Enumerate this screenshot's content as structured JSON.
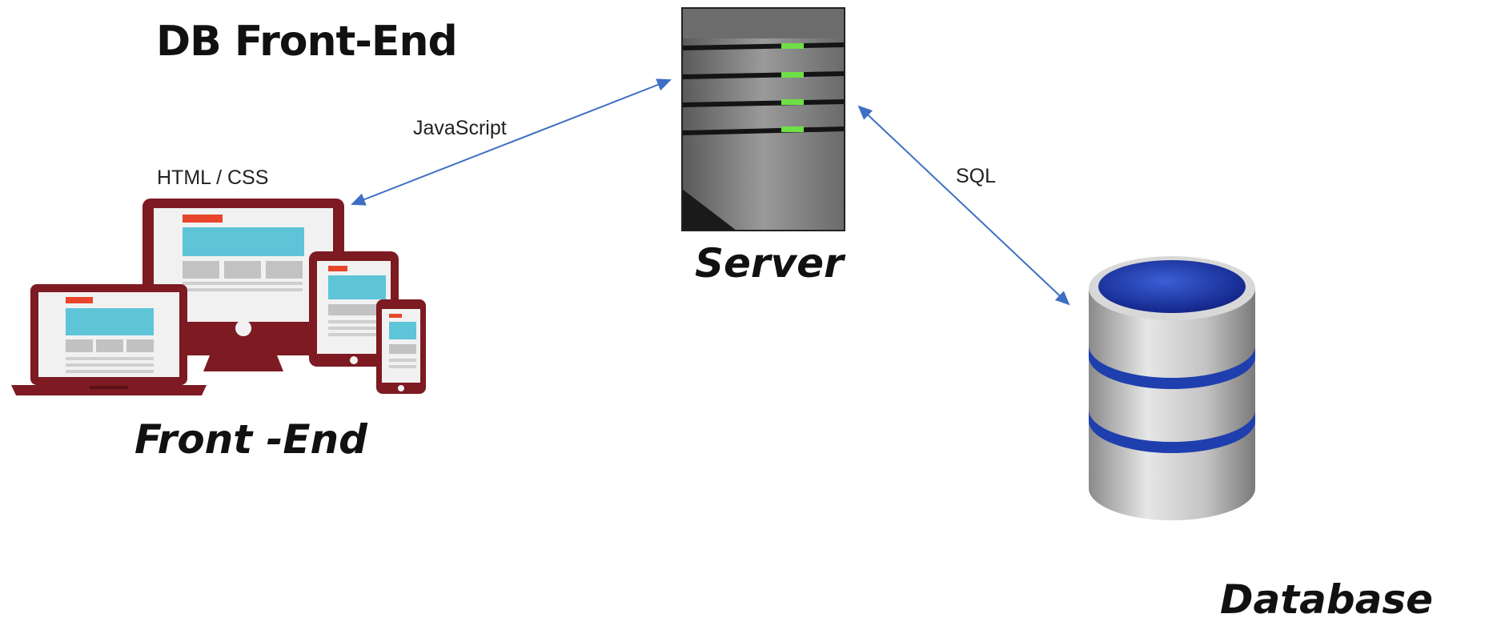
{
  "title": "DB Front-End",
  "nodes": {
    "front_end": "Front -End",
    "server": "Server",
    "database": "Database"
  },
  "connections": {
    "javascript": "JavaScript",
    "html_css": "HTML / CSS",
    "sql": "SQL"
  },
  "colors": {
    "device_maroon": "#7d1a22",
    "screen_panel": "#5ec4d8",
    "accent_red": "#e8452c",
    "arrow_blue": "#3f6fc4",
    "server_led": "#6ee045",
    "db_blue": "#1f3fae"
  }
}
